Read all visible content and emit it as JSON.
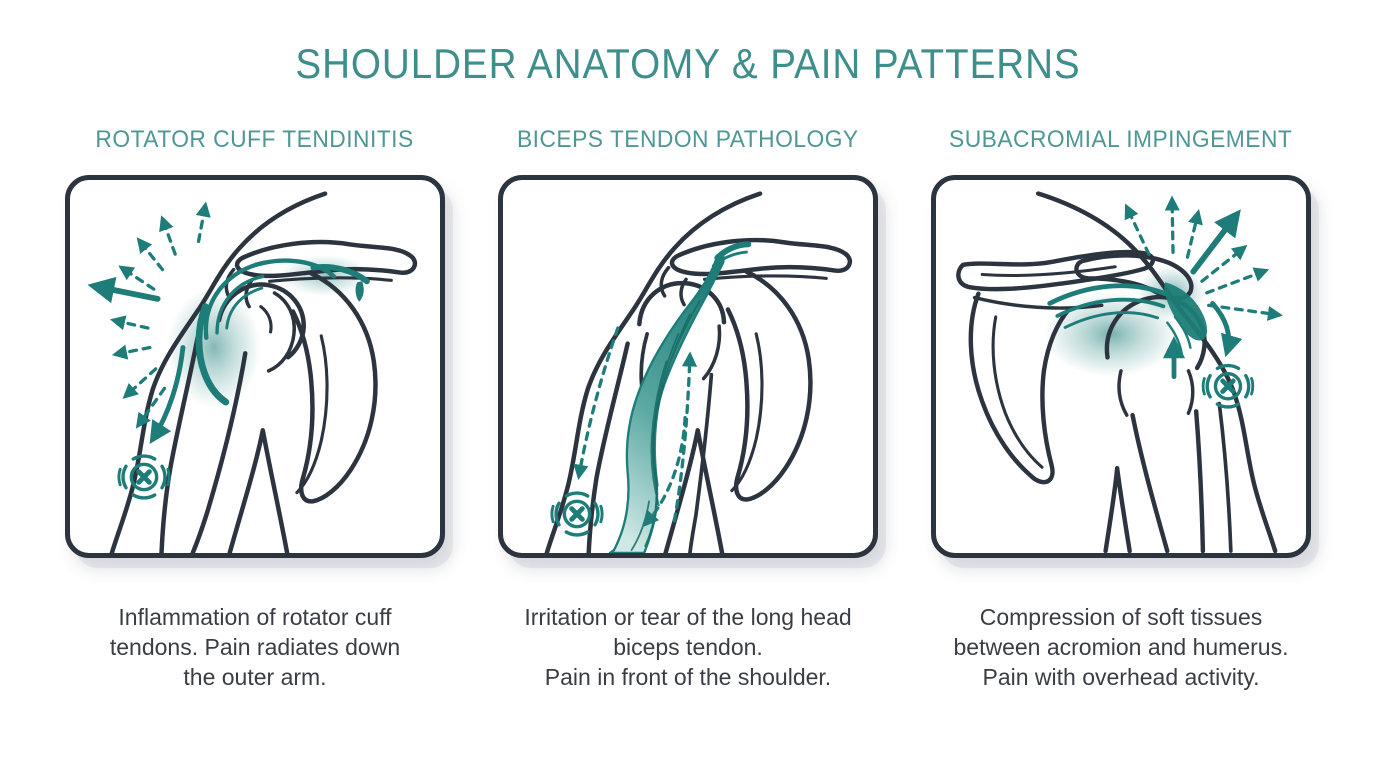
{
  "page": {
    "title": "SHOULDER ANATOMY & PAIN PATTERNS",
    "background_color": "#ffffff"
  },
  "colors": {
    "title_teal": "#3E8E8B",
    "heading_teal": "#4E9794",
    "illustration_teal": "#1E7D78",
    "outline_dark": "#2C3440",
    "caption_text": "#3A3E44",
    "panel_border": "#2C3440",
    "panel_background": "#ffffff"
  },
  "panels": [
    {
      "heading": "ROTATOR CUFF TENDINITIS",
      "caption_lines": [
        "Inflammation of rotator cuff",
        "tendons. Pain radiates down",
        "the outer arm."
      ],
      "illustration": "shoulder-joint-with-inflamed-rotator-cuff-and-radiating-pain-arrows",
      "icons": [
        "radiating-pain-arrows-icon",
        "down-arm-arrow-icon",
        "pain-burst-icon"
      ]
    },
    {
      "heading": "BICEPS TENDON PATHOLOGY",
      "caption_lines": [
        "Irritation or tear of the long head",
        "biceps tendon.",
        "Pain in front of the shoulder."
      ],
      "illustration": "shoulder-with-highlighted-biceps-muscle-and-tendon-pain-path-arrows",
      "icons": [
        "pain-path-arrows-icon",
        "pain-burst-icon"
      ]
    },
    {
      "heading": "SUBACROMIAL IMPINGEMENT",
      "caption_lines": [
        "Compression of soft tissues",
        "between acromion and humerus.",
        "Pain with overhead activity."
      ],
      "illustration": "shoulder-with-compressed-subacromial-space-and-overhead-pain-arrows",
      "icons": [
        "radiating-pain-arrows-icon",
        "compression-up-arrow-icon",
        "pain-burst-icon"
      ]
    }
  ]
}
